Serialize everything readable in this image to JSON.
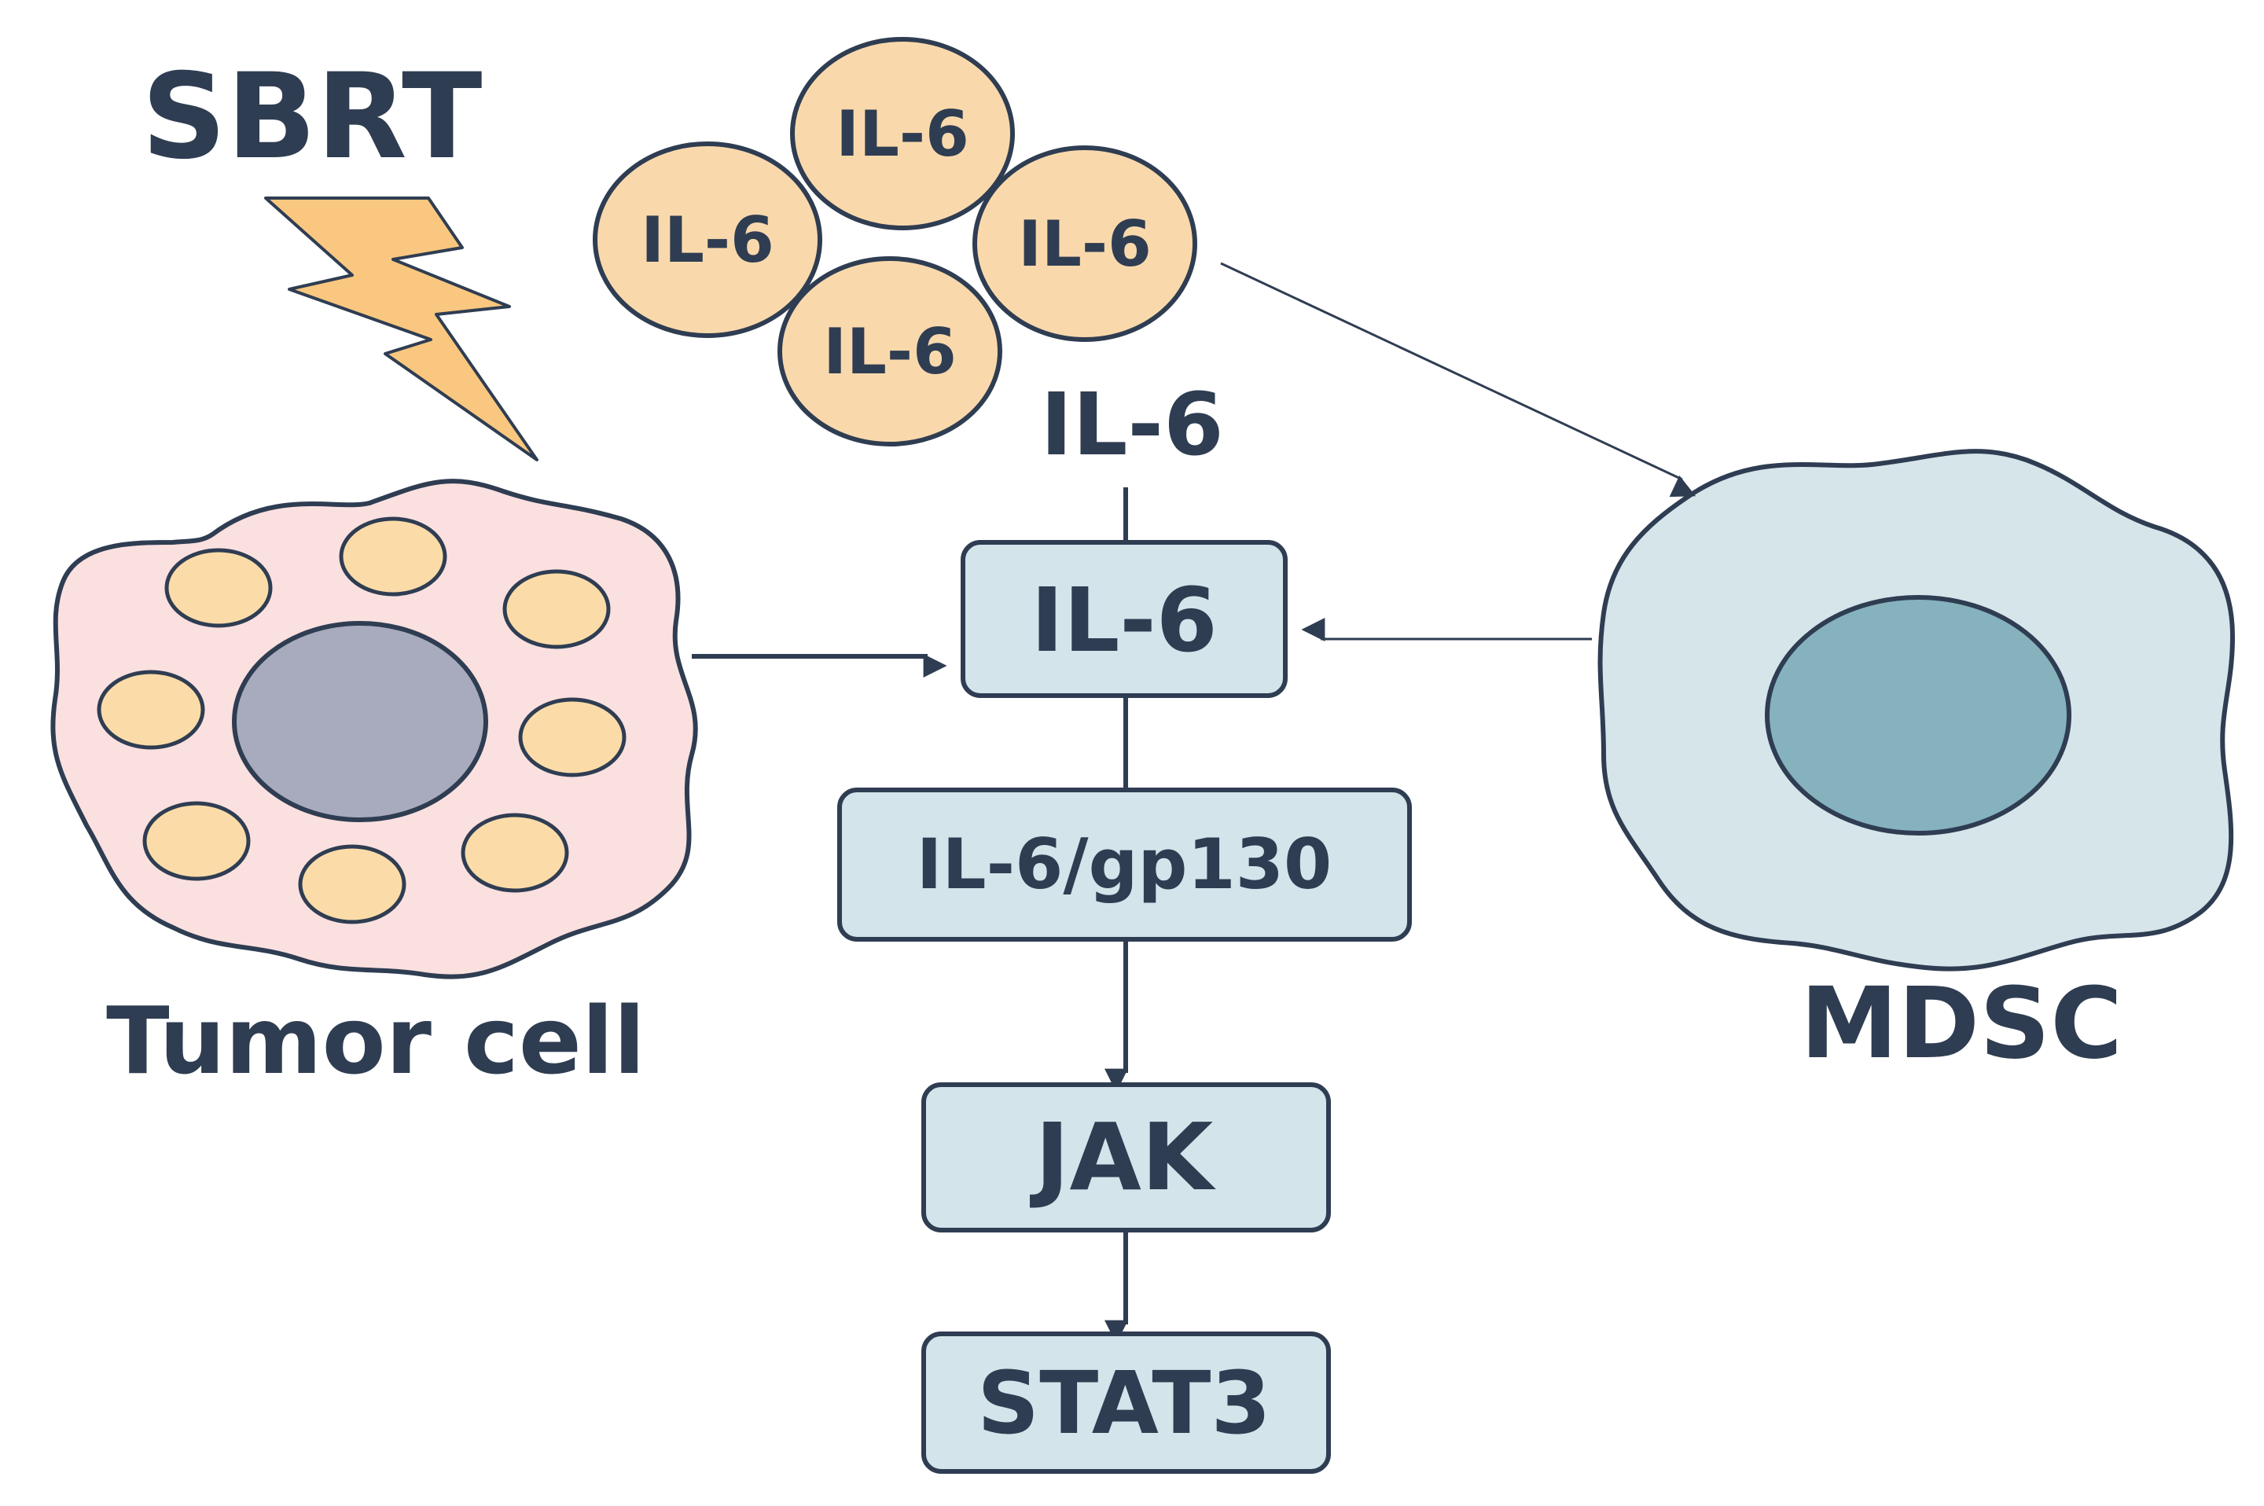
{
  "title": "SBRT",
  "cytokine_label": "IL-6",
  "cytokine_cluster": [
    "IL-6",
    "IL-6",
    "IL-6",
    "IL-6"
  ],
  "tumor_cell": {
    "label": "Tumor cell"
  },
  "mdsc": {
    "label": "MDSC"
  },
  "pathway": [
    "IL-6",
    "IL-6/gp130",
    "JAK",
    "STAT3"
  ],
  "colors": {
    "outline": "#2f3d52",
    "text": "#2f3d52",
    "cytokine_fill": "#f9d9ac",
    "lightning_fill": "#f9c77f",
    "tumor_fill": "#fbe0e0",
    "tumor_nucleus": "#a8abbd",
    "granule_fill": "#fbdca8",
    "mdsc_fill": "#d6e5ea",
    "mdsc_nucleus": "#86b2bd",
    "box_fill": "#d3e4eb"
  }
}
